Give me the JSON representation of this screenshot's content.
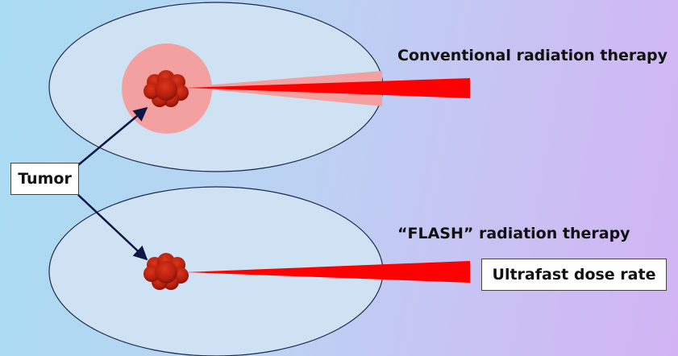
{
  "labels": {
    "conventional": "Conventional radiation therapy",
    "flash": "“FLASH” radiation therapy",
    "tumor": "Tumor",
    "ultrafast": "Ultrafast dose rate"
  },
  "colors": {
    "background_left": "#a9dcf3",
    "background_right": "#d2b4f4",
    "body_fill": "#cfe2f3",
    "body_stroke": "#1f2a4d",
    "beam": "#ff0000",
    "penumbra": "#f3a0a0",
    "tumor": "#b81d0b",
    "arrow": "#0f1545"
  },
  "icons": {
    "tumor": "tumor-blob-icon"
  }
}
